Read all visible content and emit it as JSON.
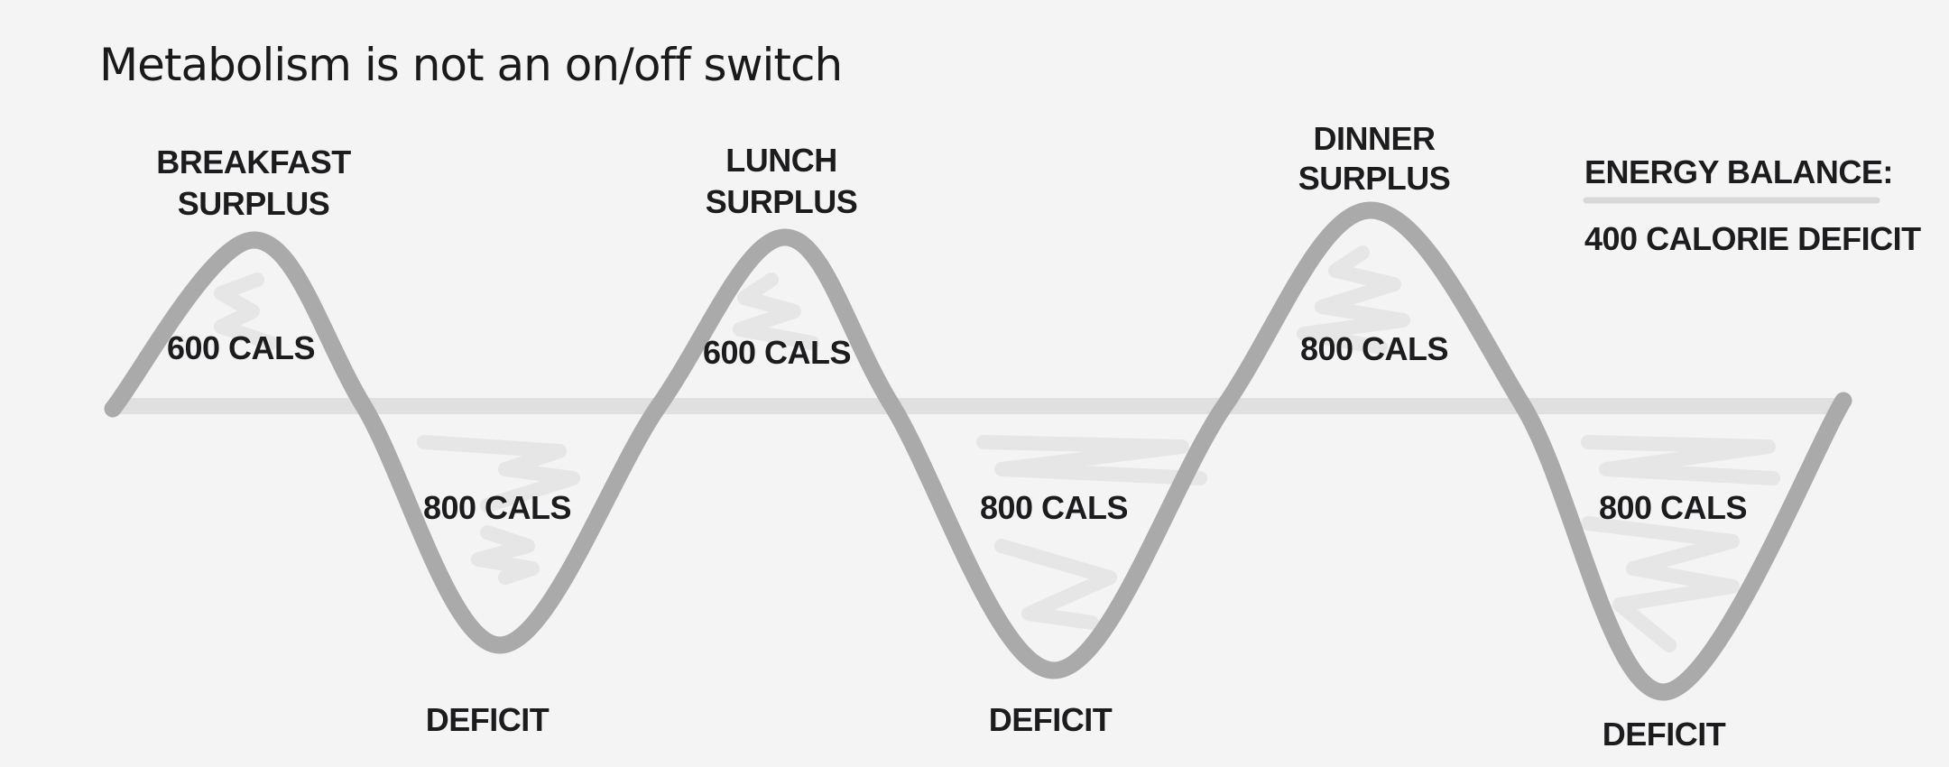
{
  "title": "Metabolism is not an on/off switch",
  "peaks": [
    {
      "line1": "BREAKFAST",
      "line2": "SURPLUS",
      "amount": "600 CALS"
    },
    {
      "line1": "LUNCH",
      "line2": "SURPLUS",
      "amount": "600 CALS"
    },
    {
      "line1": "DINNER",
      "line2": "SURPLUS",
      "amount": "800 CALS"
    }
  ],
  "troughs": [
    {
      "label": "DEFICIT",
      "amount": "800 CALS"
    },
    {
      "label": "DEFICIT",
      "amount": "800 CALS"
    },
    {
      "label": "DEFICIT",
      "amount": "800 CALS"
    }
  ],
  "energy_balance": {
    "heading": "ENERGY BALANCE:",
    "result": "400 CALORIE DEFICIT"
  },
  "colors": {
    "wave": "#aaaaaa",
    "baseline": "#e0e0e0",
    "text": "#1c1c1e",
    "background": "#f4f4f4"
  }
}
